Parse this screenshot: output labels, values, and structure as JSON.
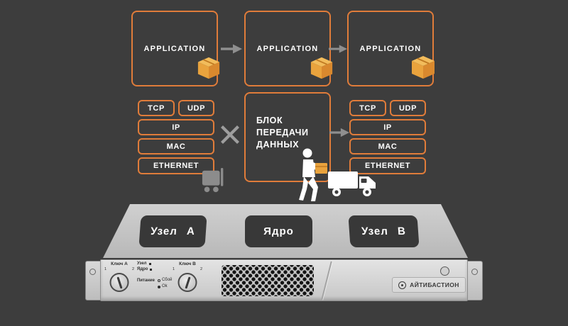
{
  "colors": {
    "background": "#3d3d3d",
    "accent_orange": "#e07c3a",
    "package_orange": "#e9a33d",
    "icon_gray": "#8f8f8f",
    "platform_gray": "#c6c6c6",
    "panel_gray": "#d6d6d6",
    "node_label_dark": "#383838",
    "text_white": "#ffffff"
  },
  "diagram": {
    "applications": [
      {
        "label": "APPLICATION"
      },
      {
        "label": "APPLICATION"
      },
      {
        "label": "APPLICATION"
      }
    ],
    "protocol_stack": [
      "TCP",
      "UDP",
      "IP",
      "MAC",
      "ETHERNET"
    ],
    "transfer_block": {
      "label": "БЛОК ПЕРЕДАЧИ ДАННЫХ"
    }
  },
  "platform": {
    "nodes": [
      "Узел A",
      "Ядро",
      "Узел B"
    ]
  },
  "device": {
    "key_a_label": "Ключ A",
    "key_b_label": "Ключ B",
    "knob_position_1": "1",
    "knob_position_2": "2",
    "indicator_node": "Узел",
    "indicator_core": "Ядро",
    "power_label": "Питание",
    "power_fail": "Сбой",
    "power_ok": "Ok",
    "brand": "АЙТИБАСТИОН"
  }
}
